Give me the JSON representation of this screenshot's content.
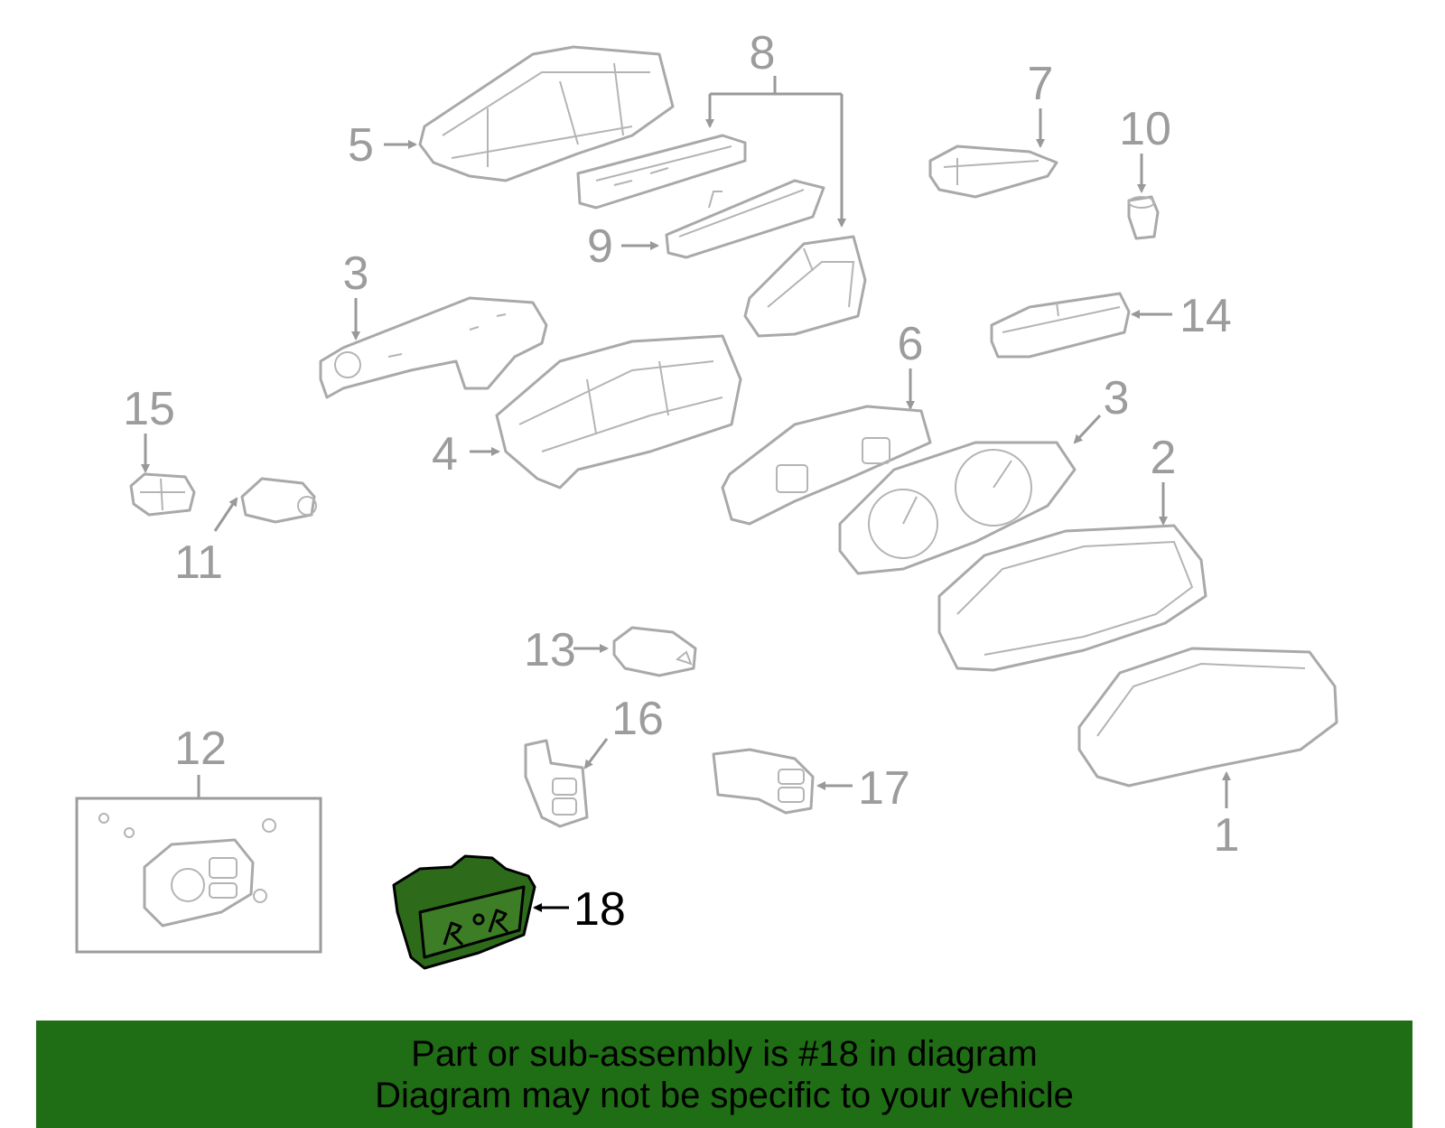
{
  "colors": {
    "part_outline": "#a9a9a9",
    "callout_gray": "#9c9c9c",
    "highlight_fill": "#2d6b1b",
    "banner_bg": "#1f6e15",
    "text_black": "#000000"
  },
  "callouts": {
    "c1": "1",
    "c2": "2",
    "c3a": "3",
    "c3b": "3",
    "c4": "4",
    "c5": "5",
    "c6": "6",
    "c7": "7",
    "c8": "8",
    "c9": "9",
    "c10": "10",
    "c11": "11",
    "c12": "12",
    "c13": "13",
    "c14": "14",
    "c15": "15",
    "c16": "16",
    "c17": "17",
    "c18": "18"
  },
  "highlighted_part": "18",
  "banner": {
    "line1": "Part or sub-assembly is #18 in diagram",
    "line2": "Diagram may not be specific to your vehicle"
  }
}
